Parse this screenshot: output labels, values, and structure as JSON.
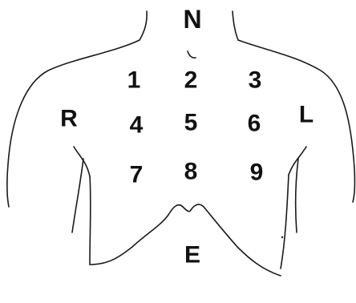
{
  "labels": {
    "north": "N",
    "south": "E",
    "right_side": "R",
    "left_side": "L",
    "regions": [
      "1",
      "2",
      "3",
      "4",
      "5",
      "6",
      "7",
      "8",
      "9"
    ]
  },
  "colors": {
    "ink": "#111111",
    "background": "#ffffff"
  }
}
